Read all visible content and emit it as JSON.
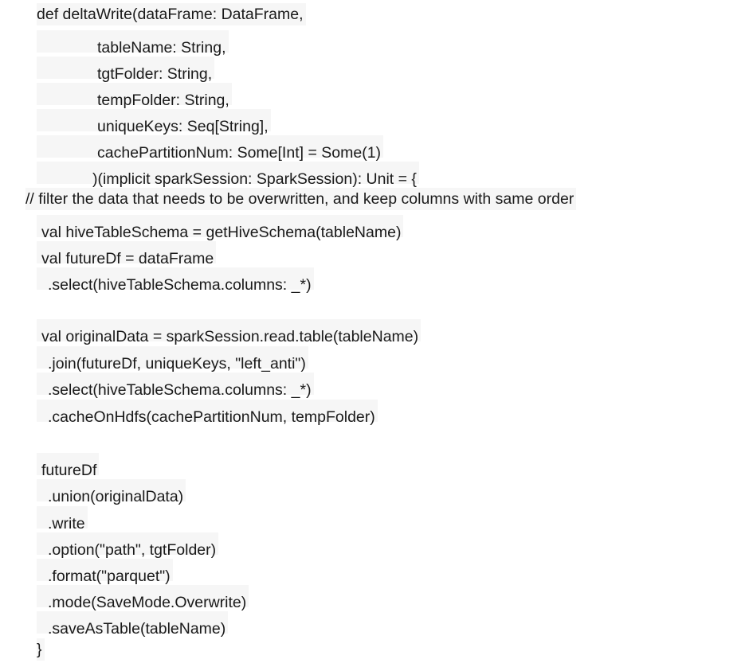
{
  "code": {
    "lines": [
      "def deltaWrite(dataFrame: DataFrame,",
      "tableName: String,",
      "tgtFolder: String,",
      "tempFolder: String,",
      "uniqueKeys: Seq[String],",
      "cachePartitionNum: Some[Int] = Some(1)",
      ")(implicit sparkSession: SparkSession): Unit = {",
      "// filter the data that needs to be overwritten, and keep columns with same order",
      "val hiveTableSchema = getHiveSchema(tableName)",
      "val futureDf = dataFrame",
      ".select(hiveTableSchema.columns: _*)",
      "",
      "val originalData = sparkSession.read.table(tableName)",
      ".join(futureDf, uniqueKeys, \"left_anti\")",
      ".select(hiveTableSchema.columns: _*)",
      ".cacheOnHdfs(cachePartitionNum, tempFolder)",
      "",
      "futureDf",
      ".union(originalData)",
      ".write",
      ".option(\"path\", tgtFolder)",
      ".format(\"parquet\")",
      ".mode(SaveMode.Overwrite)",
      ".saveAsTable(tableName)",
      "}"
    ]
  }
}
